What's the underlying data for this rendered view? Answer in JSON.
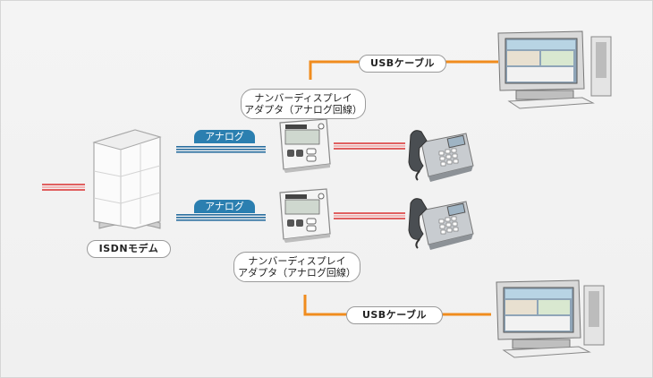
{
  "labels": {
    "modem": "ISDNモデム",
    "usb_cable_top": "USBケーブル",
    "usb_cable_bottom": "USBケーブル",
    "analog_top": "アナログ",
    "analog_bottom": "アナログ",
    "adapter_top_line1": "ナンバーディスプレイ",
    "adapter_top_line2": "アダプタ（アナログ回線）",
    "adapter_bottom_line1": "ナンバーディスプレイ",
    "adapter_bottom_line2": "アダプタ（アナログ回線）"
  },
  "colors": {
    "isdn_line": "#e06060",
    "analog_line": "#2a6fa0",
    "usb_line": "#f08c1e",
    "tag_fill": "#2b7fb0"
  }
}
